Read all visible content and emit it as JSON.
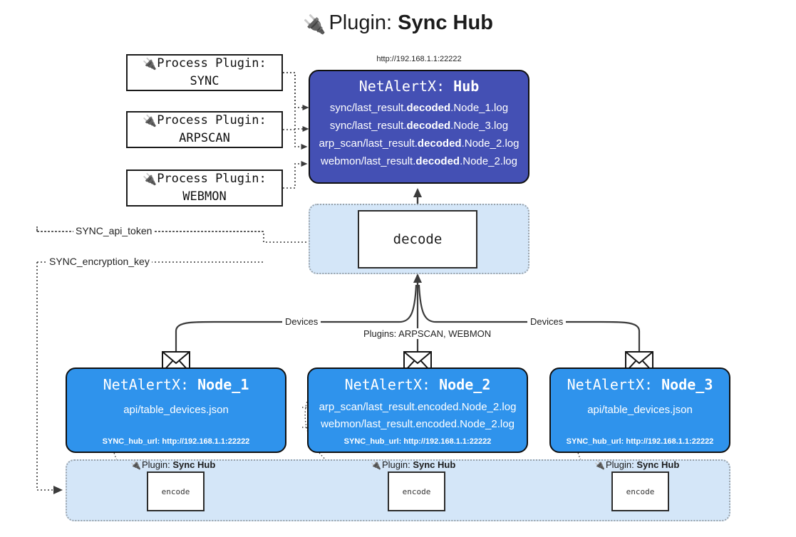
{
  "title": {
    "icon": "plug-icon",
    "prefix": "Plugin:",
    "name": "Sync Hub"
  },
  "hub": {
    "url_caption": "http://192.168.1.1:22222",
    "title_prefix": "NetAlertX:",
    "title_name": "Hub",
    "lines": [
      {
        "pre": "sync/last_result.",
        "mid": "decoded",
        "post": ".Node_1.log"
      },
      {
        "pre": "sync/last_result.",
        "mid": "decoded",
        "post": ".Node_3.log"
      },
      {
        "pre": "arp_scan/last_result.",
        "mid": "decoded",
        "post": ".Node_2.log"
      },
      {
        "pre": "webmon/last_result.",
        "mid": "decoded",
        "post": ".Node_2.log"
      }
    ]
  },
  "process_plugins": [
    {
      "line1_icon": "plug-icon",
      "line1": "Process Plugin:",
      "line2": "SYNC"
    },
    {
      "line1_icon": "plug-icon",
      "line1": "Process Plugin:",
      "line2": "ARPSCAN"
    },
    {
      "line1_icon": "plug-icon",
      "line1": "Process Plugin:",
      "line2": "WEBMON"
    }
  ],
  "decode": {
    "label": "decode"
  },
  "secrets": [
    {
      "label": "SYNC_api_token"
    },
    {
      "label": "SYNC_encryption_key"
    }
  ],
  "edge_labels": {
    "devices_left": "Devices",
    "devices_right": "Devices",
    "plugins_middle": "Plugins: ARPSCAN, WEBMON"
  },
  "nodes": [
    {
      "title_prefix": "NetAlertX:",
      "title_name": "Node_1",
      "lines": [
        {
          "pre": "api/table_devices.json",
          "mid": "",
          "post": ""
        }
      ],
      "footer": "SYNC_hub_url: http://192.168.1.1:22222",
      "envelope_icon": "envelope-icon"
    },
    {
      "title_prefix": "NetAlertX:",
      "title_name": "Node_2",
      "lines": [
        {
          "pre": "arp_scan/last_result.encoded.Node_2.log",
          "mid": "",
          "post": ""
        },
        {
          "pre": "webmon/last_result.encoded.Node_2.log",
          "mid": "",
          "post": ""
        }
      ],
      "footer": "SYNC_hub_url: http://192.168.1.1:22222",
      "envelope_icon": "envelope-icon"
    },
    {
      "title_prefix": "NetAlertX:",
      "title_name": "Node_3",
      "lines": [
        {
          "pre": "api/table_devices.json",
          "mid": "",
          "post": ""
        }
      ],
      "footer": "SYNC_hub_url: http://192.168.1.1:22222",
      "envelope_icon": "envelope-icon"
    }
  ],
  "plugin_band": {
    "captions": [
      {
        "icon": "plug-icon",
        "prefix": "Plugin:",
        "name": "Sync Hub"
      },
      {
        "icon": "plug-icon",
        "prefix": "Plugin:",
        "name": "Sync Hub"
      },
      {
        "icon": "plug-icon",
        "prefix": "Plugin:",
        "name": "Sync Hub"
      }
    ],
    "encode_label_1": "encode",
    "encode_label_2": "encode",
    "encode_label_3": "encode"
  },
  "colors": {
    "hub_fill": "#4450b4",
    "node_fill": "#2f93ec",
    "cluster_fill": "#d4e6f8",
    "cluster_border": "#9aa3ab",
    "edge": "#3b3b3b",
    "box_border": "#101010",
    "text_dark": "#222222",
    "text_light": "#ffffff"
  }
}
